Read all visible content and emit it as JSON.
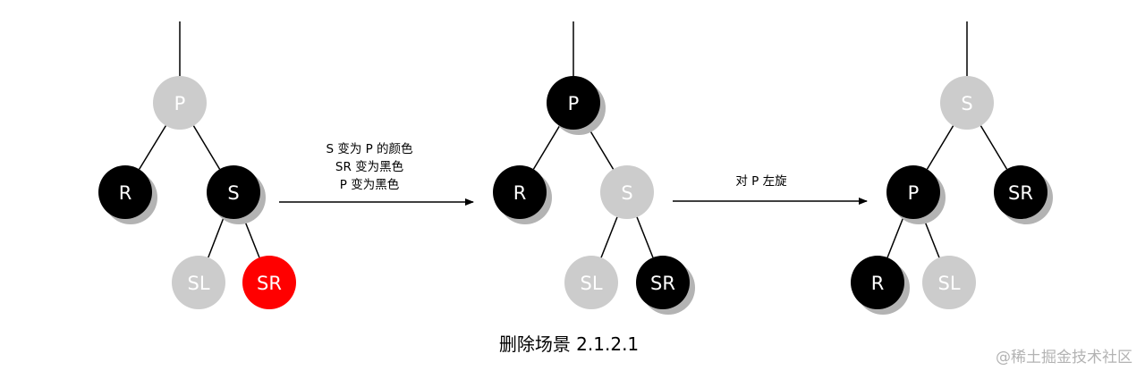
{
  "colors": {
    "black": "#000000",
    "gray": "#cccccc",
    "red": "#ff0000",
    "shadow": "#b3b3b3",
    "edge": "#000000",
    "watermark": "#b3b3b3"
  },
  "trees": [
    {
      "id": "before",
      "nodes": [
        {
          "id": "P",
          "label": "P",
          "color": "gray"
        },
        {
          "id": "R",
          "label": "R",
          "color": "black"
        },
        {
          "id": "S",
          "label": "S",
          "color": "black"
        },
        {
          "id": "SL",
          "label": "SL",
          "color": "gray"
        },
        {
          "id": "SR",
          "label": "SR",
          "color": "red"
        }
      ],
      "edges": [
        [
          "top",
          "P"
        ],
        [
          "P",
          "R"
        ],
        [
          "P",
          "S"
        ],
        [
          "S",
          "SL"
        ],
        [
          "S",
          "SR"
        ]
      ]
    },
    {
      "id": "recolored",
      "nodes": [
        {
          "id": "P",
          "label": "P",
          "color": "black"
        },
        {
          "id": "R",
          "label": "R",
          "color": "black"
        },
        {
          "id": "S",
          "label": "S",
          "color": "gray"
        },
        {
          "id": "SL",
          "label": "SL",
          "color": "gray"
        },
        {
          "id": "SR",
          "label": "SR",
          "color": "black"
        }
      ],
      "edges": [
        [
          "top",
          "P"
        ],
        [
          "P",
          "R"
        ],
        [
          "P",
          "S"
        ],
        [
          "S",
          "SL"
        ],
        [
          "S",
          "SR"
        ]
      ]
    },
    {
      "id": "rotated",
      "nodes": [
        {
          "id": "S",
          "label": "S",
          "color": "gray"
        },
        {
          "id": "P",
          "label": "P",
          "color": "black"
        },
        {
          "id": "SR",
          "label": "SR",
          "color": "black"
        },
        {
          "id": "R",
          "label": "R",
          "color": "black"
        },
        {
          "id": "SL",
          "label": "SL",
          "color": "gray"
        }
      ],
      "edges": [
        [
          "top",
          "S"
        ],
        [
          "S",
          "P"
        ],
        [
          "S",
          "SR"
        ],
        [
          "P",
          "R"
        ],
        [
          "P",
          "SL"
        ]
      ]
    }
  ],
  "steps": [
    {
      "lines": [
        "S 变为 P 的颜色",
        "SR 变为黑色",
        "P 变为黑色"
      ]
    },
    {
      "lines": [
        "对 P 左旋"
      ]
    }
  ],
  "caption": "删除场景 2.1.2.1",
  "watermark": "@稀土掘金技术社区"
}
